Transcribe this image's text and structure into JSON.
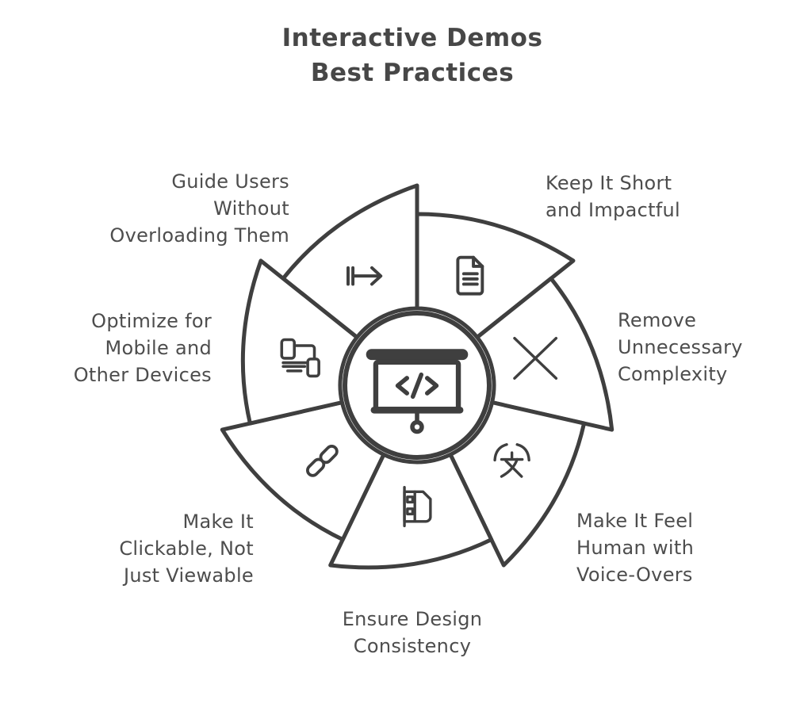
{
  "title": {
    "lines": [
      "Interactive Demos",
      "Best Practices"
    ]
  },
  "colors": {
    "ink": "#3f3f3f",
    "text": "#4d4d4d",
    "paper": "#ffffff"
  },
  "center": {
    "icon": "code-presentation-icon"
  },
  "segments": [
    {
      "id": "guide-users",
      "icon": "step-arrow-icon",
      "label": "Guide Users Without Overloading Them",
      "lines": [
        "Guide Users",
        "Without",
        "Overloading Them"
      ]
    },
    {
      "id": "keep-short",
      "icon": "document-icon",
      "label": "Keep It Short and Impactful",
      "lines": [
        "Keep It Short",
        "and Impactful"
      ]
    },
    {
      "id": "remove-complexity",
      "icon": "x-icon",
      "label": "Remove Unnecessary Complexity",
      "lines": [
        "Remove",
        "Unnecessary",
        "Complexity"
      ]
    },
    {
      "id": "voice-overs",
      "icon": "voice-language-icon",
      "label": "Make It Feel Human with Voice-Overs",
      "lines": [
        "Make It Feel",
        "Human with",
        "Voice-Overs"
      ]
    },
    {
      "id": "design-consistency",
      "icon": "design-book-icon",
      "label": "Ensure Design Consistency",
      "lines": [
        "Ensure Design",
        "Consistency"
      ]
    },
    {
      "id": "clickable",
      "icon": "link-icon",
      "label": "Make It Clickable, Not Just Viewable",
      "lines": [
        "Make It",
        "Clickable, Not",
        "Just Viewable"
      ]
    },
    {
      "id": "mobile-devices",
      "icon": "devices-icon",
      "label": "Optimize for Mobile and Other Devices",
      "lines": [
        "Optimize for",
        "Mobile and",
        "Other Devices"
      ]
    }
  ]
}
